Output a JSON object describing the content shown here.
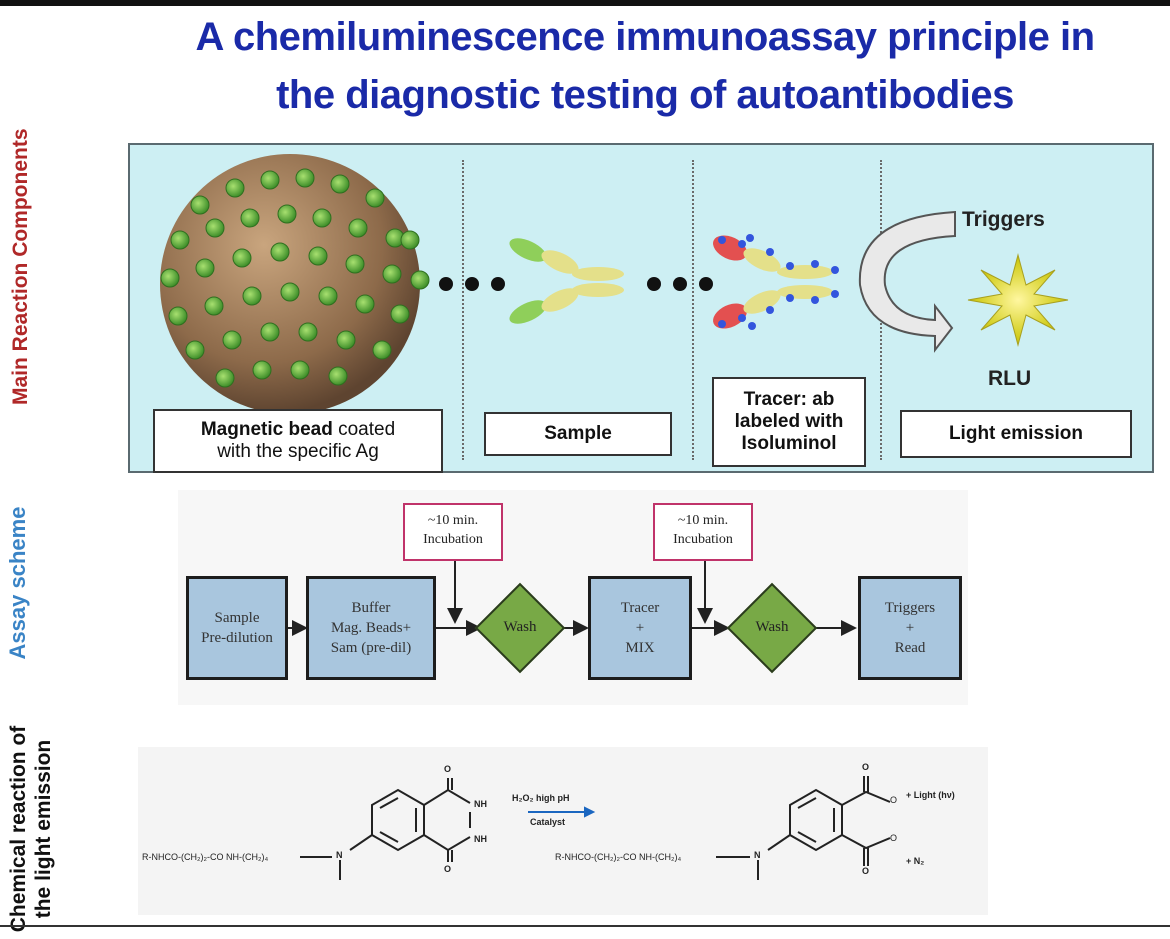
{
  "title": {
    "line1": "A chemiluminescence immunoassay principle in",
    "line2": "the diagnostic testing of autoantibodies"
  },
  "side_labels": {
    "main": "Main Reaction Components",
    "assay": "Assay scheme",
    "chem_line1": "Chemical reaction of",
    "chem_line2": "the light emission"
  },
  "components": {
    "bead_bold": "Magnetic bead",
    "bead_rest": " coated",
    "bead_line2": "with the specific Ag",
    "sample": "Sample",
    "tracer_line1": "Tracer: ab",
    "tracer_line2": "labeled with",
    "tracer_line3": "Isoluminol",
    "light": "Light emission",
    "triggers": "Triggers",
    "rlu": "RLU"
  },
  "assay": {
    "step1_line1": "Sample",
    "step1_line2": "Pre-dilution",
    "step2_line1": "Buffer",
    "step2_line2": "Mag. Beads+",
    "step2_line3": "Sam (pre-dil)",
    "wash1": "Wash",
    "step3_line1": "Tracer",
    "step3_line2": "+",
    "step3_line3": "MIX",
    "wash2": "Wash",
    "step4_line1": "Triggers",
    "step4_line2": "+",
    "step4_line3": "Read",
    "inc1_line1": "~10 min.",
    "inc1_line2": "Incubation",
    "inc2_line1": "~10 min.",
    "inc2_line2": "Incubation"
  },
  "chemistry": {
    "left_chain": "R-NHCO-(CH₂)₂-CO NH-(CH₂)₄",
    "right_chain": "R-NHCO-(CH₂)₂-CO NH-(CH₂)₄",
    "nh_top": "NH",
    "nh_bottom": "NH",
    "o_top": "O",
    "o_bottom": "O",
    "o_r1": "O",
    "o_r2": "O",
    "reagent": "H₂O₂ high pH",
    "catalyst": "Catalyst",
    "product1": "+ Light (hν)",
    "product2": "+ N₂"
  },
  "colors": {
    "title": "#1a2aa8",
    "panel_bg": "#cdeff3",
    "assay_box": "#a9c6de",
    "wash": "#78a946",
    "incubation_border": "#c0336a"
  }
}
